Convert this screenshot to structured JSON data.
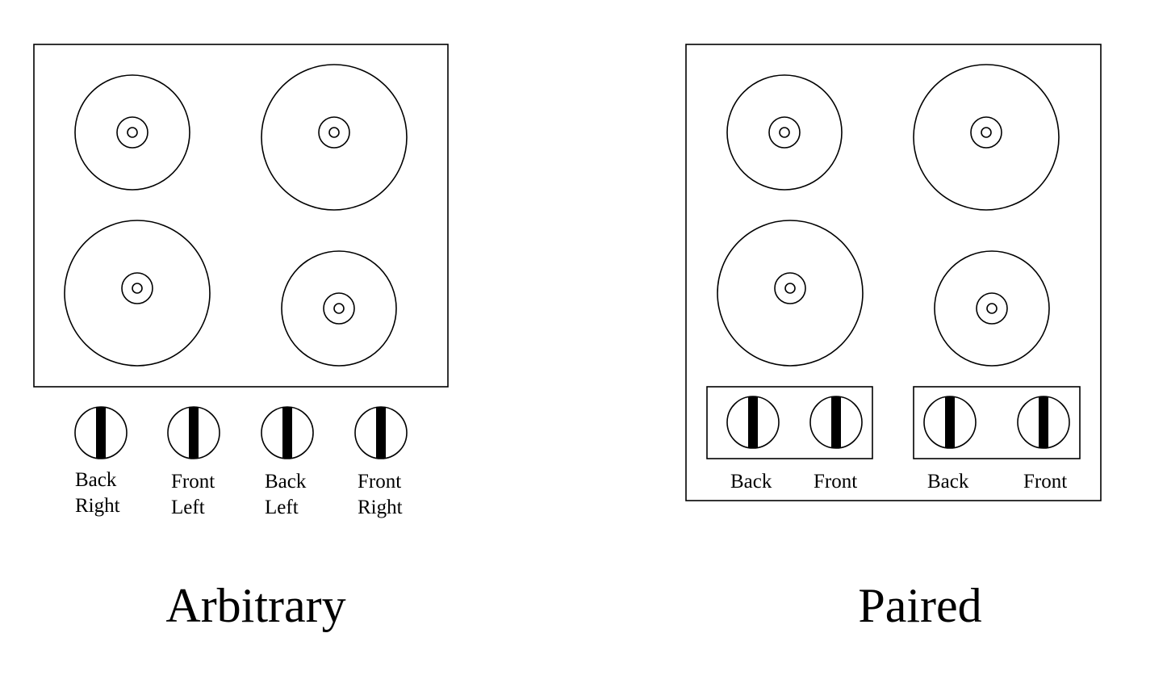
{
  "arbitrary": {
    "title": "Arbitrary",
    "knobs": [
      {
        "line1": "Back",
        "line2": "Right"
      },
      {
        "line1": "Front",
        "line2": "Left"
      },
      {
        "line1": "Back",
        "line2": "Left"
      },
      {
        "line1": "Front",
        "line2": "Right"
      }
    ]
  },
  "paired": {
    "title": "Paired",
    "knobs": [
      {
        "label": "Back"
      },
      {
        "label": "Front"
      },
      {
        "label": "Back"
      },
      {
        "label": "Front"
      }
    ]
  }
}
